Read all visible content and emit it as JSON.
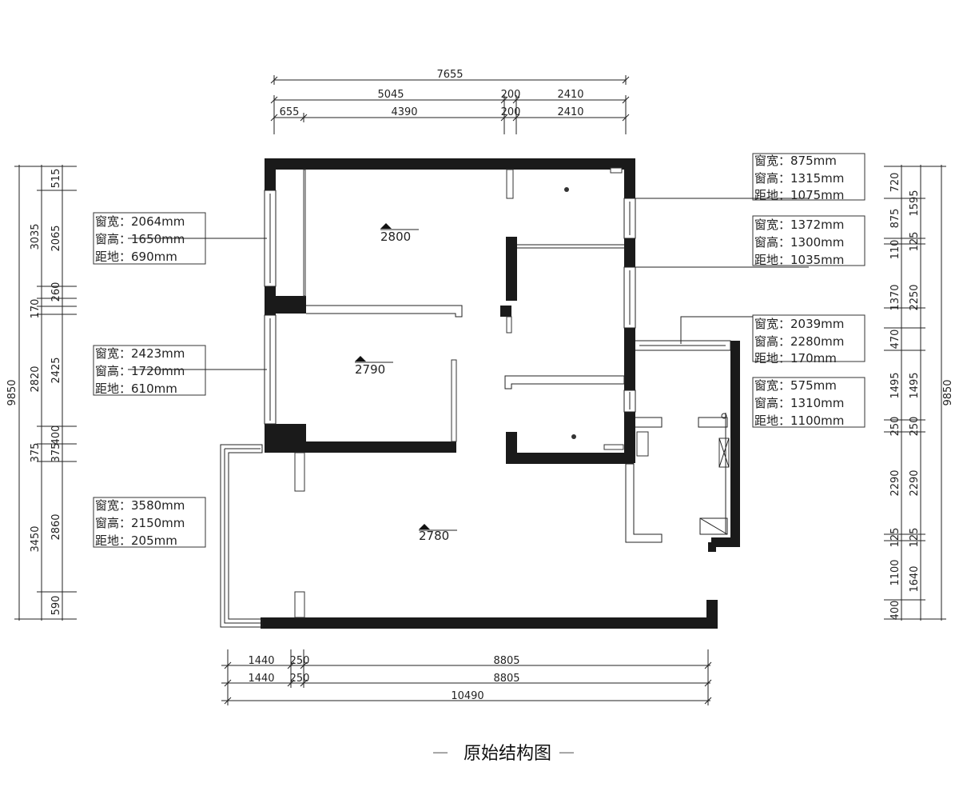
{
  "title": "原始结构图",
  "title_dash_left": "—",
  "title_dash_right": "—",
  "dimensions": {
    "top_total": "7655",
    "top_row1": [
      "5045",
      "200",
      "2410"
    ],
    "top_row2": [
      "655",
      "4390",
      "200",
      "2410"
    ],
    "bottom_row1": [
      "1440",
      "250",
      "8805"
    ],
    "bottom_row2": [
      "1440",
      "250",
      "8805"
    ],
    "bottom_total": "10490",
    "left_total": "9850",
    "left_outer": [
      "3035",
      "170",
      "2820",
      "375",
      "3450"
    ],
    "left_inner": [
      "515",
      "2065",
      "260",
      "2425",
      "400",
      "375",
      "2860",
      "590"
    ],
    "right_total": "9850",
    "right_outer": [
      "1595",
      "125",
      "2250",
      "1495",
      "250",
      "2290",
      "125",
      "1640"
    ],
    "right_inner": [
      "720",
      "875",
      "110",
      "1370",
      "470",
      "1495",
      "250",
      "2290",
      "125",
      "1100",
      "400"
    ]
  },
  "ceiling_heights": [
    "2800",
    "2790",
    "2780"
  ],
  "windows": [
    {
      "width": "窗宽：2064mm",
      "height": "窗高：1650mm",
      "sill": "距地：690mm"
    },
    {
      "width": "窗宽：2423mm",
      "height": "窗高：1720mm",
      "sill": "距地：610mm"
    },
    {
      "width": "窗宽：3580mm",
      "height": "窗高：2150mm",
      "sill": "距地：205mm"
    },
    {
      "width": "窗宽：875mm",
      "height": "窗高：1315mm",
      "sill": "距地：1075mm"
    },
    {
      "width": "窗宽：1372mm",
      "height": "窗高：1300mm",
      "sill": "距地：1035mm"
    },
    {
      "width": "窗宽：2039mm",
      "height": "窗高：2280mm",
      "sill": "距地：170mm"
    },
    {
      "width": "窗宽：575mm",
      "height": "窗高：1310mm",
      "sill": "距地：1100mm"
    }
  ]
}
